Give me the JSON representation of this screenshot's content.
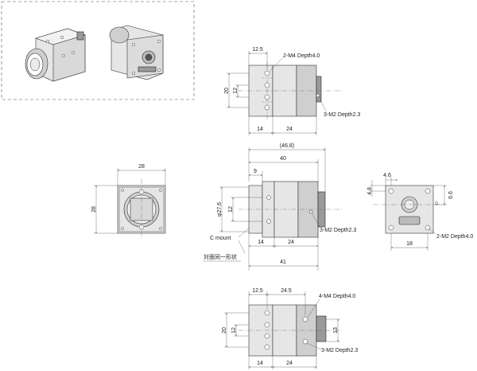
{
  "top_view": {
    "dims": {
      "d12_5": "12.5",
      "d20": "20",
      "d12": "12",
      "d14": "14",
      "d24": "24"
    },
    "notes": {
      "m4": "2-M4 Depth4.0",
      "m2": "3-M2 Depth2.3"
    }
  },
  "front_view": {
    "dims": {
      "d28_w": "28",
      "d28_h": "28"
    }
  },
  "side_view": {
    "dims": {
      "d46_8": "(46.8)",
      "d40": "40",
      "d9": "9",
      "d27_6": "φ27.6",
      "d12": "12",
      "d14": "14",
      "d24": "24",
      "d41": "41"
    },
    "notes": {
      "m2": "3-M2 Depth2.3",
      "cmount": "C mount",
      "opposite": "対面同一形状"
    }
  },
  "rear_view": {
    "dims": {
      "d4_6": "4.6",
      "d4_8": "4.8",
      "d6_6": "6.6",
      "d18": "18"
    },
    "notes": {
      "m2": "2-M2 Depth4.0"
    }
  },
  "bottom_view": {
    "dims": {
      "d12_5": "12.5",
      "d24_5": "24.5",
      "d20": "20",
      "d12": "12",
      "d13": "13",
      "d14": "14",
      "d24": "24"
    },
    "notes": {
      "m4": "4-M4 Depth4.0",
      "m2": "3-M2 Depth2.3"
    }
  }
}
